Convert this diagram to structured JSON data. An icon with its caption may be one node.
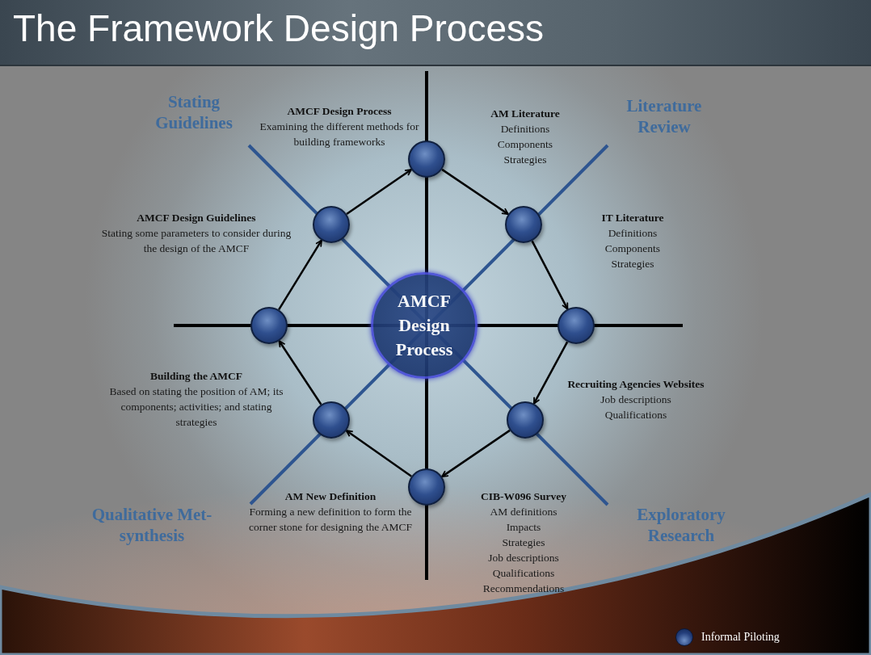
{
  "diagram": {
    "title": "The Framework Design Process",
    "nodes": [
      {
        "text": [
          "AMCF Design Process"
        ]
      },
      {
        "text": [],
        "shape": "circle",
        "beside": [
          "AMCF Design Process",
          "Examining the different methods for building frameworks"
        ]
      },
      {
        "text": [],
        "shape": "circle",
        "beside": [
          "AM Literature",
          "Definitions",
          "Components",
          "Strategies"
        ]
      },
      {
        "text": [],
        "shape": "circle",
        "beside": [
          "IT Literature",
          "Definitions",
          "Components",
          "Strategies"
        ]
      },
      {
        "text": [],
        "shape": "circle",
        "beside": [
          "Recruiting Agencies Websites",
          "Job descriptions",
          "Qualifications"
        ]
      },
      {
        "text": [],
        "shape": "circle",
        "beside": [
          "CIB-W096 Survey",
          "AM definitions",
          "Impacts",
          "Strategies",
          "Job descriptions",
          "Qualifications",
          "Recommendations"
        ]
      },
      {
        "text": [],
        "shape": "circle",
        "beside": [
          "AM New Definition",
          "Forming a new definition to form the corner stone for designing the AMCF"
        ]
      },
      {
        "text": [],
        "shape": "circle",
        "beside": [
          "Building the AMCF",
          "Based on stating the position of AM; its components; activities; and stating strategies"
        ]
      },
      {
        "text": [],
        "shape": "circle",
        "beside": [
          "AMCF Design Guidelines",
          "Stating some parameters to consider during the design of the AMCF"
        ]
      }
    ],
    "edges": [
      {
        "from": 1,
        "to": 2,
        "arrow": "to"
      },
      {
        "from": 2,
        "to": 3,
        "arrow": "to"
      },
      {
        "from": 3,
        "to": 4,
        "arrow": "to"
      },
      {
        "from": 4,
        "to": 5,
        "arrow": "to"
      },
      {
        "from": 5,
        "to": 6,
        "arrow": "to"
      },
      {
        "from": 6,
        "to": 7,
        "arrow": "to"
      },
      {
        "from": 7,
        "to": 8,
        "arrow": "to"
      },
      {
        "from": 8,
        "to": 1,
        "arrow": "to"
      }
    ],
    "labels": [
      "Stating Guidelines",
      "Literature Review",
      "Qualitative Met- synthesis",
      "Exploratory Research"
    ],
    "legend": [
      {
        "text": "Informal Piloting"
      }
    ]
  }
}
